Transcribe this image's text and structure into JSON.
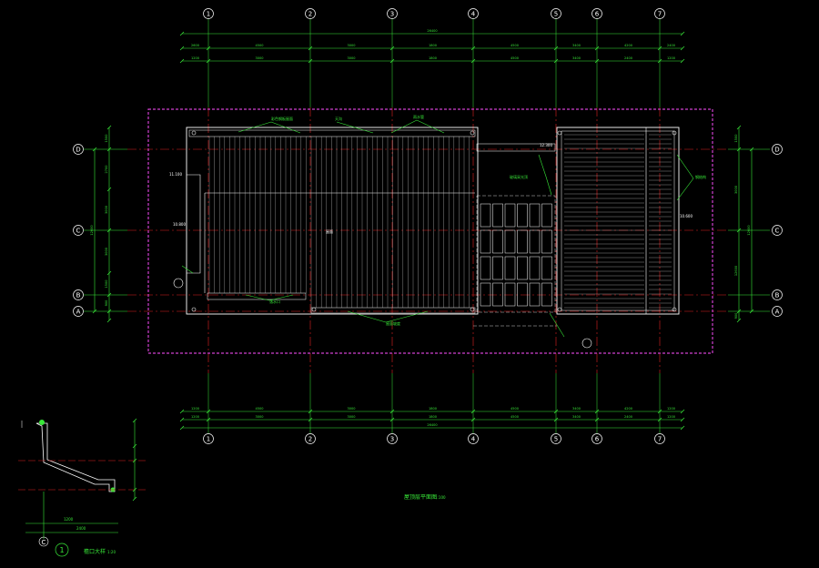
{
  "colors": {
    "background": "#000000",
    "grid_axis": "#e02020",
    "dimension": "#38e838",
    "outline": "#ffffff",
    "boundary": "#d040d0",
    "annotation": "#38e838",
    "roof_lines": "#c8c8c8"
  },
  "grid": {
    "columns": [
      "1",
      "2",
      "3",
      "4",
      "5",
      "6",
      "7"
    ],
    "rows": [
      "D",
      "C",
      "B",
      "A"
    ]
  },
  "dims": {
    "top_total": "26400",
    "top_row1": [
      "2600",
      "4500",
      "3000",
      "1800",
      "4500",
      "3400",
      "4200",
      "2400"
    ],
    "top_row2": [
      "1200",
      "3000",
      "3000",
      "1800",
      "4500",
      "3400",
      "2400",
      "1200"
    ],
    "bottom_row1": [
      "1200",
      "4500",
      "3000",
      "1800",
      "4500",
      "3400",
      "4200",
      "1200"
    ],
    "bottom_row2": [
      "1200",
      "3000",
      "3000",
      "1800",
      "4500",
      "3400",
      "2400",
      "1200"
    ],
    "bottom_total": "26400",
    "left": [
      "1500",
      "2700",
      "3000",
      "3000",
      "1500",
      "900"
    ],
    "left_total": "12600",
    "right": [
      "1500",
      "3000",
      "12600",
      "900"
    ]
  },
  "labels": {
    "plan_title": "屋顶层平面图",
    "plan_scale": "1:100",
    "detail_title": "檐口大样",
    "detail_scale": "1:20",
    "detail_number": "1",
    "detail_axis": "C",
    "elev_1": "11.100",
    "elev_2": "10.800",
    "elev_3": "12.300",
    "elev_4": "10.600",
    "ann_1": "彩色钢板屋面",
    "ann_2": "天沟",
    "ann_3": "雨水管",
    "ann_4": "屋面",
    "ann_5": "玻璃采光顶",
    "ann_6": "钢结构",
    "ann_7": "落水口",
    "ann_8": "屋面坡度",
    "detail_dim_1": "1200",
    "detail_dim_2": "2400"
  }
}
